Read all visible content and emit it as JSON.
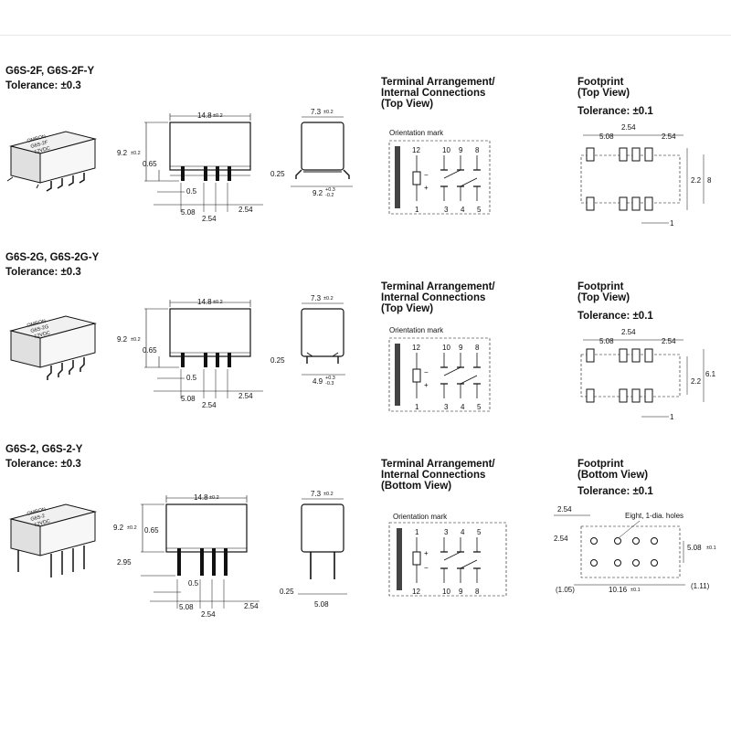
{
  "sections": [
    {
      "part": "G6S-2F, G6S-2F-Y",
      "tolerance": "Tolerance: ±0.3",
      "relay_label": [
        "OMRON",
        "G6S-2F",
        "12VDC"
      ],
      "dims": {
        "length": "14.8",
        "length_tol": "±0.2",
        "width": "7.3",
        "width_tol": "±0.2",
        "height": "9.2",
        "height_tol": "±0.2",
        "pin_offset": "0.65",
        "pin_thk": "0.5",
        "pitch": "5.08",
        "pitch2": "2.54",
        "pitch3": "2.54",
        "lead": "0.25",
        "span": "9.2",
        "span_tol_plus": "+0.3",
        "span_tol_minus": "-0.2"
      },
      "terminal": {
        "heading": [
          "Terminal Arrangement/",
          "Internal Connections",
          "(Top View)"
        ],
        "orientation_mark": "Orientation mark",
        "top_pins": [
          "12",
          "10",
          "9",
          "8"
        ],
        "bottom_pins": [
          "1",
          "3",
          "4",
          "5"
        ],
        "plus": "+",
        "minus": "−"
      },
      "footprint": {
        "heading": [
          "Footprint",
          "(Top View)"
        ],
        "tolerance": "Tolerance: ±0.1",
        "d1": "2.54",
        "d2": "5.08",
        "d3": "2.54",
        "d4": "2.2",
        "d5": "8",
        "d6": "1"
      }
    },
    {
      "part": "G6S-2G, G6S-2G-Y",
      "tolerance": "Tolerance: ±0.3",
      "relay_label": [
        "OMRON",
        "G6S-2G",
        "12VDC"
      ],
      "dims": {
        "length": "14.8",
        "length_tol": "±0.2",
        "width": "7.3",
        "width_tol": "±0.2",
        "height": "9.2",
        "height_tol": "±0.2",
        "pin_offset": "0.65",
        "pin_thk": "0.5",
        "pitch": "5.08",
        "pitch2": "2.54",
        "pitch3": "2.54",
        "lead": "0.25",
        "span": "4.9",
        "span_tol_plus": "+0.3",
        "span_tol_minus": "-0.3"
      },
      "terminal": {
        "heading": [
          "Terminal Arrangement/",
          "Internal Connections",
          "(Top View)"
        ],
        "orientation_mark": "Orientation mark",
        "top_pins": [
          "12",
          "10",
          "9",
          "8"
        ],
        "bottom_pins": [
          "1",
          "3",
          "4",
          "5"
        ],
        "plus": "+",
        "minus": "−"
      },
      "footprint": {
        "heading": [
          "Footprint",
          "(Top View)"
        ],
        "tolerance": "Tolerance: ±0.1",
        "d1": "2.54",
        "d2": "5.08",
        "d3": "2.54",
        "d4": "2.2",
        "d5": "6.1",
        "d6": "1"
      }
    },
    {
      "part": "G6S-2, G6S-2-Y",
      "tolerance": "Tolerance: ±0.3",
      "relay_label": [
        "OMRON",
        "G6S-2",
        "12VDC"
      ],
      "dims": {
        "length": "14.8",
        "length_tol": "±0.2",
        "width": "7.3",
        "width_tol": "±0.2",
        "height": "9.2",
        "height_tol": "±0.2",
        "pin_offset": "0.65",
        "pin_len": "2.95",
        "pin_thk": "0.5",
        "pitch": "5.08",
        "pitch2": "2.54",
        "pitch3": "2.54",
        "lead": "0.25",
        "lead_pitch": "5.08"
      },
      "terminal": {
        "heading": [
          "Terminal Arrangement/",
          "Internal Connections",
          "(Bottom View)"
        ],
        "orientation_mark": "Orientation mark",
        "top_pins": [
          "1",
          "3",
          "4",
          "5"
        ],
        "bottom_pins": [
          "12",
          "10",
          "9",
          "8"
        ],
        "plus": "+",
        "minus": "−"
      },
      "footprint": {
        "heading": [
          "Footprint",
          "(Bottom View)"
        ],
        "tolerance": "Tolerance: ±0.1",
        "holes_note": "Eight, 1-dia. holes",
        "d1": "2.54",
        "d2": "2.54",
        "d3": "5.08",
        "d3_tol": "±0.1",
        "d4": "(1.05)",
        "d5": "10.16",
        "d5_tol": "±0.1",
        "d6": "(1.11)"
      }
    }
  ]
}
